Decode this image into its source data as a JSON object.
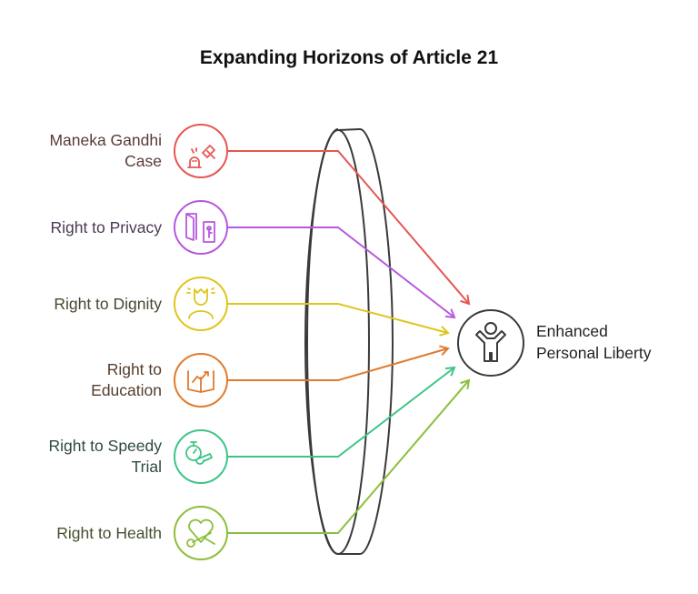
{
  "title": "Expanding Horizons of Article 21",
  "items": [
    {
      "label": [
        "Maneka Gandhi",
        "Case"
      ],
      "icon": "gavel-alarm-icon",
      "color": "#e55753",
      "text_color": "#5b3a3a"
    },
    {
      "label": [
        "Right to Privacy"
      ],
      "icon": "door-lock-icon",
      "color": "#b658e0",
      "text_color": "#4a3a55"
    },
    {
      "label": [
        "Right to Dignity"
      ],
      "icon": "crowned-person-icon",
      "color": "#dfc51c",
      "text_color": "#4a4630"
    },
    {
      "label": [
        "Right to",
        "Education"
      ],
      "icon": "book-growth-icon",
      "color": "#e07b2e",
      "text_color": "#553d2c"
    },
    {
      "label": [
        "Right to Speedy",
        "Trial"
      ],
      "icon": "stopwatch-whistle-icon",
      "color": "#3ec486",
      "text_color": "#2f4a3e"
    },
    {
      "label": [
        "Right to Health"
      ],
      "icon": "heart-stethoscope-icon",
      "color": "#8cbf3a",
      "text_color": "#45502f"
    }
  ],
  "target": {
    "label": [
      "Enhanced",
      "Personal Liberty"
    ],
    "icon": "person-arms-up-icon",
    "color": "#3a3a3a"
  }
}
